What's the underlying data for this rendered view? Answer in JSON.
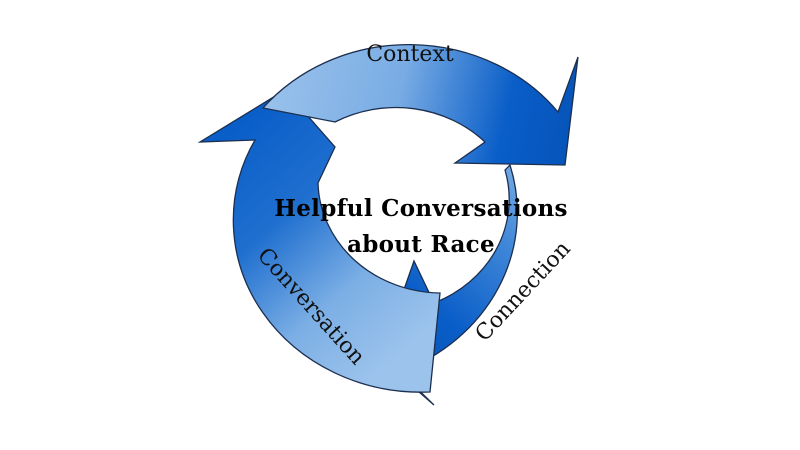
{
  "diagram": {
    "center_title": {
      "line1": "Helpful Conversations",
      "line2": "about Race"
    },
    "segments": {
      "top": "Context",
      "right": "Connection",
      "left": "Conversation"
    },
    "colors": {
      "dark_blue": "#0a5ec8",
      "light_blue": "#8ab8e8",
      "outline": "#1c2f4f",
      "text": "#111111"
    }
  }
}
